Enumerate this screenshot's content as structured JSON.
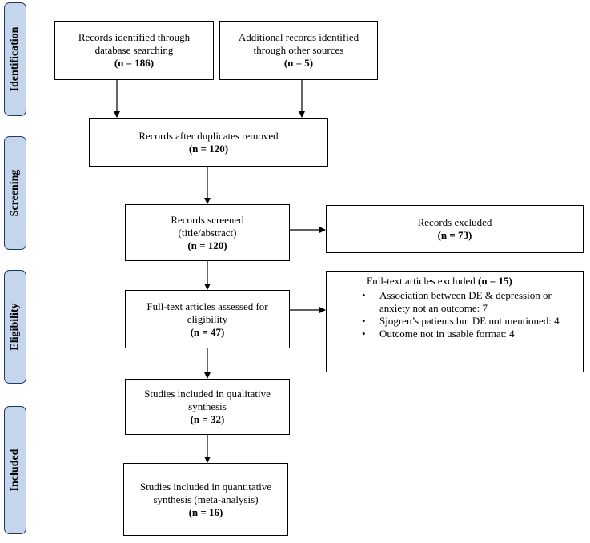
{
  "stages": [
    "Identification",
    "Screening",
    "Eligibility",
    "Included"
  ],
  "boxes": {
    "database": {
      "text": "Records identified through database searching",
      "n": "(n = 186)"
    },
    "other": {
      "text": "Additional records identified through other sources",
      "n": "(n = 5)"
    },
    "dedup": {
      "text": "Records after duplicates removed",
      "n": "(n = 120)"
    },
    "screened": {
      "text": "Records screened (title/abstract)",
      "n": "(n = 120)"
    },
    "excluded": {
      "text": "Records excluded",
      "n": "(n = 73)"
    },
    "fulltext": {
      "text": "Full-text articles assessed for eligibility",
      "n": "(n = 47)"
    },
    "qualitative": {
      "text": "Studies included in qualitative synthesis",
      "n": "(n = 32)"
    },
    "quantitative": {
      "text": "Studies included in quantitative synthesis (meta-analysis)",
      "n": "(n = 16)"
    }
  },
  "fulltext_excluded": {
    "title": "Full-text articles excluded",
    "n": "(n = 15)",
    "reasons": [
      "Association between DE & depression or anxiety not an outcome: 7",
      "Sjogren’s patients but DE not mentioned: 4",
      "Outcome not in usable format: 4"
    ]
  }
}
